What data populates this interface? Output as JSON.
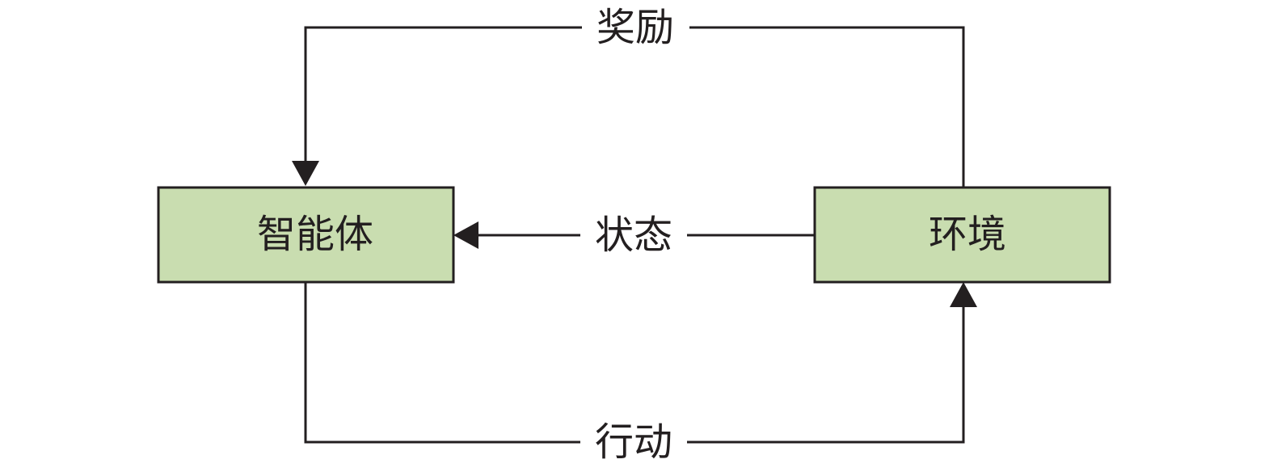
{
  "colors": {
    "box_fill": "#c9ddb0",
    "stroke": "#231f20",
    "background": "#ffffff"
  },
  "nodes": {
    "agent": {
      "label": "智能体"
    },
    "environment": {
      "label": "环境"
    }
  },
  "edges": {
    "reward": {
      "label": "奖励",
      "from": "environment",
      "to": "agent"
    },
    "state": {
      "label": "状态",
      "from": "environment",
      "to": "agent"
    },
    "action": {
      "label": "行动",
      "from": "agent",
      "to": "environment"
    }
  }
}
